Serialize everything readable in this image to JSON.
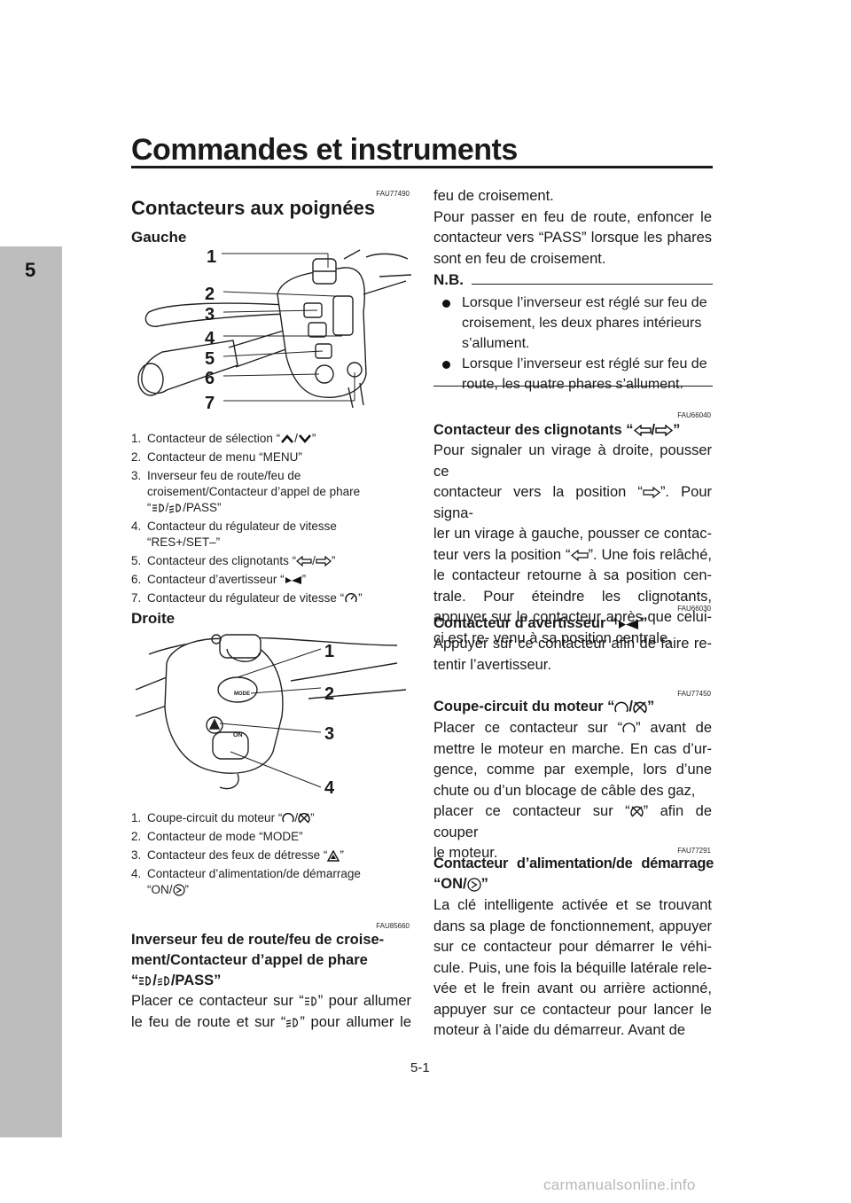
{
  "header": {
    "title": "Commandes et instruments",
    "chapter": "5"
  },
  "section": {
    "code": "FAU77490",
    "title": "Contacteurs aux poignées",
    "left": {
      "heading": "Gauche",
      "callouts": [
        "1",
        "2",
        "3",
        "4",
        "5",
        "6",
        "7"
      ],
      "captions": [
        {
          "n": "1.",
          "before": "Contacteur de sélection “",
          "mid": "/",
          "after": "”"
        },
        {
          "n": "2.",
          "text": "Contacteur de menu “MENU”"
        },
        {
          "n": "3.",
          "line1": "Inverseur feu de route/feu de",
          "line2": "croisement/Contacteur d’appel de phare",
          "l3a": "“",
          "l3b": "/",
          "l3c": "/PASS”"
        },
        {
          "n": "4.",
          "line1": "Contacteur du régulateur de vitesse",
          "line2": "“RES+/SET–”"
        },
        {
          "n": "5.",
          "before": "Contacteur des clignotants “",
          "mid": "/",
          "after": "”"
        },
        {
          "n": "6.",
          "before": "Contacteur d’avertisseur “",
          "after": "”"
        },
        {
          "n": "7.",
          "before": "Contacteur du régulateur de vitesse “",
          "after": "”"
        }
      ]
    },
    "right": {
      "heading": "Droite",
      "callouts": [
        "1",
        "2",
        "3",
        "4"
      ],
      "labels": {
        "mode": "MODE",
        "on": "ON"
      },
      "captions": [
        {
          "n": "1.",
          "before": "Coupe-circuit du moteur “",
          "mid": "/",
          "after": "”"
        },
        {
          "n": "2.",
          "text": "Contacteur de mode “MODE”"
        },
        {
          "n": "3.",
          "before": "Contacteur des feux de détresse “",
          "after": "”"
        },
        {
          "n": "4.",
          "line1": "Contacteur d’alimentation/de démarrage",
          "l2a": "“ON/",
          "l2b": "”"
        }
      ]
    }
  },
  "inverseur": {
    "code": "FAU85660",
    "title_l1": "Inverseur feu de route/feu de croise-",
    "title_l2": "ment/Contacteur d’appel de phare",
    "title_l3a": "“",
    "title_l3b": "/",
    "title_l3c": "/PASS”",
    "p1a": "Placer ce contacteur sur “",
    "p1b": "” pour allumer",
    "p2a": "le feu de route et sur “",
    "p2b": "” pour allumer le",
    "cont": "feu de croisement.",
    "pass_text": "Pour passer en feu de route, enfoncer le contacteur vers “PASS” lorsque les phares sont en feu de croisement."
  },
  "nb": {
    "title": "N.B.",
    "items": [
      "Lorsque l’inverseur est réglé sur feu de croisement, les deux phares intérieurs s’allument.",
      "Lorsque l’inverseur est réglé sur feu de route, les quatre phares s’allument."
    ]
  },
  "clignotants": {
    "code": "FAU66040",
    "title_a": "Contacteur des clignotants “",
    "title_b": "/",
    "title_c": "”",
    "l1": "Pour signaler un virage à droite, pousser ce",
    "l2a": "contacteur vers la position “",
    "l2b": "”. Pour signa-",
    "l3": "ler un virage à gauche, pousser ce contac-",
    "l4a": "teur vers la position “",
    "l4b": "”. Une fois relâché,",
    "rest": "le contacteur retourne à sa position cen- trale. Pour éteindre les clignotants, appuyer sur le contacteur après que celui-ci est re- venu à sa position centrale."
  },
  "avertisseur": {
    "code": "FAU66030",
    "title_a": "Contacteur d’avertisseur “",
    "title_b": "”",
    "text": "Appuyer sur ce contacteur afin de faire re- tentir l’avertisseur."
  },
  "coupe": {
    "code": "FAU77450",
    "title_a": "Coupe-circuit du moteur “",
    "title_b": "/",
    "title_c": "”",
    "l1a": "Placer ce contacteur sur “",
    "l1b": "” avant de",
    "mid": "mettre le moteur en marche. En cas d’ur- gence, comme par exemple, lors d’une chute ou d’un blocage de câble des gaz,",
    "l5a": "placer ce contacteur sur “",
    "l5b": "” afin de couper",
    "l6": "le moteur."
  },
  "alimentation": {
    "code": "FAU77291",
    "title_l1": "Contacteur d’alimentation/de démarrage",
    "title_l2a": "“ON/",
    "title_l2b": "”",
    "text": "La clé intelligente activée et se trouvant dans sa plage de fonctionnement, appuyer sur ce contacteur pour démarrer le véhi- cule. Puis, une fois la béquille latérale rele- vée et le frein avant ou arrière actionné, appuyer sur ce contacteur pour lancer le moteur à l’aide du démarreur. Avant de"
  },
  "page_number": "5-1",
  "footer": "carmanualsonline.info"
}
